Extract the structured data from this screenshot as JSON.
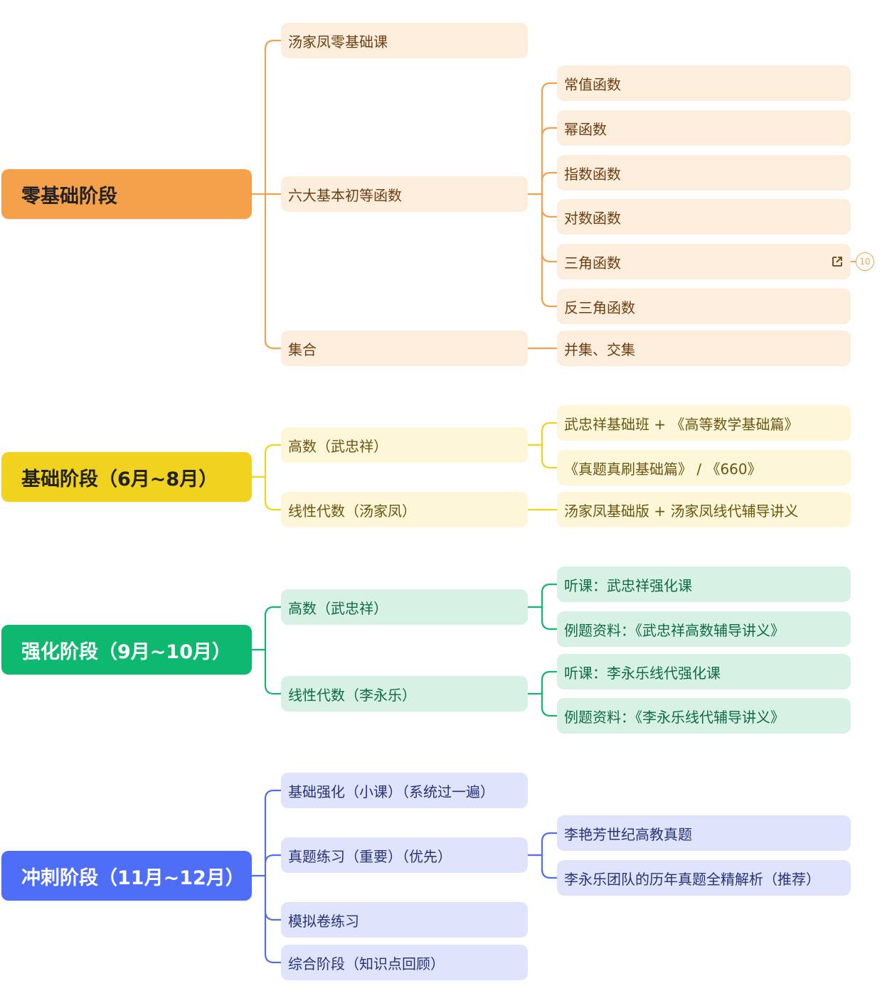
{
  "colors": {
    "orange": "#f5a04a",
    "orange_light": "#fdeddc",
    "orange_text": "#6b3f12",
    "yellow": "#f1d21f",
    "yellow_light": "#fdf6d8",
    "yellow_text": "#6b5611",
    "green": "#0fb86f",
    "green_light": "#d7f2e4",
    "green_text": "#0f6a47",
    "blue": "#4f6ef7",
    "blue_light": "#dfe4fc",
    "blue_text": "#263477"
  },
  "branches": [
    {
      "id": "b1",
      "theme": "orange",
      "label": "零基础阶段",
      "children": [
        {
          "id": "b1c1",
          "label": "汤家凤零基础课",
          "children": []
        },
        {
          "id": "b1c2",
          "label": "六大基本初等函数",
          "children": [
            {
              "id": "b1c2g1",
              "label": "常值函数"
            },
            {
              "id": "b1c2g2",
              "label": "幂函数"
            },
            {
              "id": "b1c2g3",
              "label": "指数函数"
            },
            {
              "id": "b1c2g4",
              "label": "对数函数"
            },
            {
              "id": "b1c2g5",
              "label": "三角函数",
              "link_icon": "external-link-icon",
              "badge": "10"
            },
            {
              "id": "b1c2g6",
              "label": "反三角函数"
            }
          ]
        },
        {
          "id": "b1c3",
          "label": "集合",
          "children": [
            {
              "id": "b1c3g1",
              "label": "并集、交集"
            }
          ]
        }
      ]
    },
    {
      "id": "b2",
      "theme": "yellow",
      "label": "基础阶段（6月~8月）",
      "children": [
        {
          "id": "b2c1",
          "label": "高数（武忠祥）",
          "children": [
            {
              "id": "b2c1g1",
              "label": "武忠祥基础班 + 《高等数学基础篇》"
            },
            {
              "id": "b2c1g2",
              "label": "《真题真刷基础篇》 / 《660》"
            }
          ]
        },
        {
          "id": "b2c2",
          "label": "线性代数（汤家凤）",
          "children": [
            {
              "id": "b2c2g1",
              "label": "汤家凤基础版 + 汤家凤线代辅导讲义"
            }
          ]
        }
      ]
    },
    {
      "id": "b3",
      "theme": "green",
      "label": "强化阶段（9月~10月）",
      "children": [
        {
          "id": "b3c1",
          "label": "高数（武忠祥）",
          "children": [
            {
              "id": "b3c1g1",
              "label": "听课：武忠祥强化课"
            },
            {
              "id": "b3c1g2",
              "label": "例题资料：《武忠祥高数辅导讲义》"
            }
          ]
        },
        {
          "id": "b3c2",
          "label": "线性代数（李永乐）",
          "children": [
            {
              "id": "b3c2g1",
              "label": "听课：李永乐线代强化课"
            },
            {
              "id": "b3c2g2",
              "label": "例题资料：《李永乐线代辅导讲义》"
            }
          ]
        }
      ]
    },
    {
      "id": "b4",
      "theme": "blue",
      "label": "冲刺阶段（11月~12月）",
      "children": [
        {
          "id": "b4c1",
          "label": "基础强化（小课）（系统过一遍）",
          "children": []
        },
        {
          "id": "b4c2",
          "label": "真题练习（重要）（优先）",
          "children": [
            {
              "id": "b4c2g1",
              "label": "李艳芳世纪高教真题"
            },
            {
              "id": "b4c2g2",
              "label": "李永乐团队的历年真题全精解析（推荐）"
            }
          ]
        },
        {
          "id": "b4c3",
          "label": "模拟卷练习",
          "children": []
        },
        {
          "id": "b4c4",
          "label": "综合阶段（知识点回顾）",
          "children": []
        }
      ]
    }
  ]
}
